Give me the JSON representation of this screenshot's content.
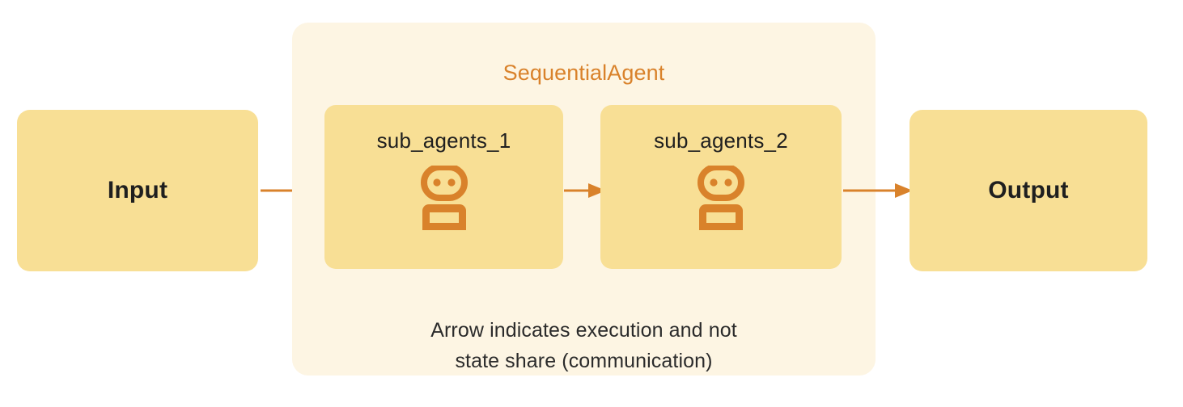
{
  "diagram": {
    "title": "SequentialAgent",
    "accent_color": "#D9822B",
    "box_fill": "#F8DF95",
    "container_fill": "#FDF5E3",
    "arrow_color": "#D9822B",
    "text_color": "#1F1F1F"
  },
  "input": {
    "label": "Input"
  },
  "output": {
    "label": "Output"
  },
  "container": {
    "title": "SequentialAgent",
    "caption_line_1": "Arrow indicates execution and not",
    "caption_line_2": "state share (communication)",
    "sub_agents": [
      {
        "label": "sub_agents_1",
        "icon": "robot-icon"
      },
      {
        "label": "sub_agents_2",
        "icon": "robot-icon"
      }
    ]
  },
  "arrows": [
    {
      "name": "input-to-subagent-1",
      "from": "Input",
      "to": "sub_agents_1"
    },
    {
      "name": "subagent-1-to-subagent-2",
      "from": "sub_agents_1",
      "to": "sub_agents_2"
    },
    {
      "name": "subagent-2-to-output",
      "from": "sub_agents_2",
      "to": "Output"
    }
  ]
}
